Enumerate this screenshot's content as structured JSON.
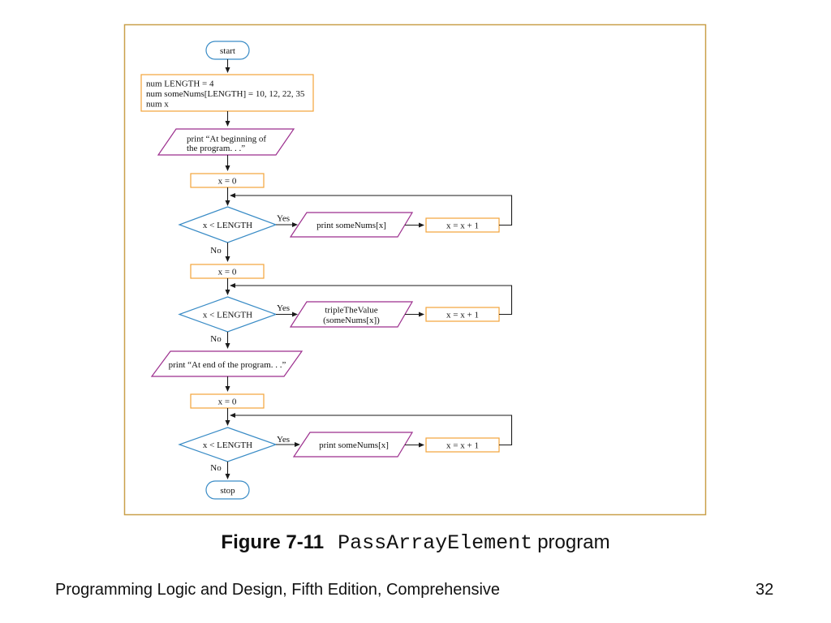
{
  "flowchart": {
    "start": "start",
    "declarations": [
      "num LENGTH = 4",
      "num someNums[LENGTH] = 10, 12, 22, 35",
      "num x"
    ],
    "print_begin": [
      "print “At beginning of",
      "the program. . .”"
    ],
    "loops": [
      {
        "init": "x = 0",
        "condition": "x < LENGTH",
        "yes": "Yes",
        "no": "No",
        "body": [
          "print someNums[x]"
        ],
        "increment": "x = x + 1"
      },
      {
        "init": "x = 0",
        "condition": "x < LENGTH",
        "yes": "Yes",
        "no": "No",
        "body": [
          "tripleTheValue",
          "(someNums[x])"
        ],
        "increment": "x = x + 1"
      },
      {
        "init": "x = 0",
        "condition": "x < LENGTH",
        "yes": "Yes",
        "no": "No",
        "body": [
          "print someNums[x]"
        ],
        "increment": "x = x + 1"
      }
    ],
    "print_end": "print “At end of the program. . .”",
    "stop": "stop"
  },
  "caption": {
    "figure": "Figure 7-11",
    "program_name": "PassArrayElement",
    "text": "program"
  },
  "footer": {
    "book_title": "Programming Logic and Design, Fifth Edition, Comprehensive",
    "page_number": "32"
  },
  "colors": {
    "frame": "#c9a04a",
    "process": "#f2a33a",
    "terminal": "#3a8cc6",
    "decision": "#3a8cc6",
    "io": "#9c2f8e",
    "connector": "#1a1a1a"
  }
}
